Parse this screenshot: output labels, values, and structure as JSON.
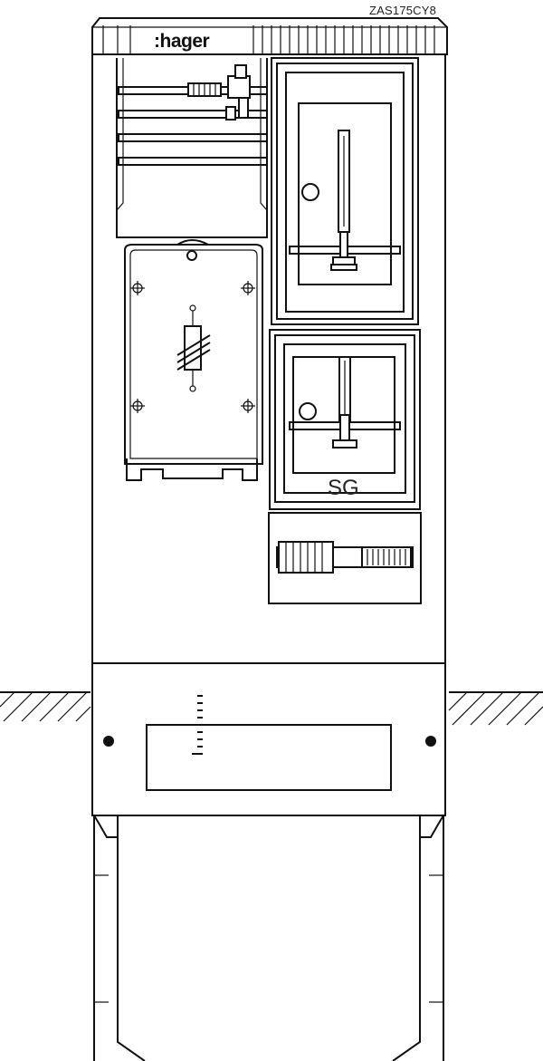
{
  "header": {
    "model_code": "ZAS175CY8",
    "brand": ":hager"
  },
  "panels": {
    "lower_meter_label": "SG"
  },
  "colors": {
    "stroke": "#111111",
    "background": "#ffffff"
  }
}
